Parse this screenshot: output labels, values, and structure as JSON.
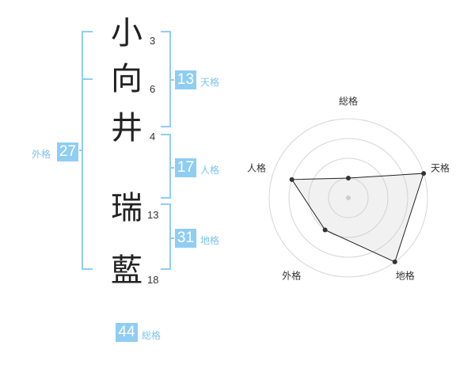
{
  "name": {
    "chars": [
      {
        "char": "小",
        "strokes": "3"
      },
      {
        "char": "向",
        "strokes": "6"
      },
      {
        "char": "井",
        "strokes": "4"
      },
      {
        "char": "瑞",
        "strokes": "13"
      },
      {
        "char": "藍",
        "strokes": "18"
      }
    ]
  },
  "fortune": {
    "tenkaku": {
      "value": "13",
      "label": "天格"
    },
    "jinkaku": {
      "value": "17",
      "label": "人格"
    },
    "chikaku": {
      "value": "31",
      "label": "地格"
    },
    "gaikaku": {
      "value": "27",
      "label": "外格"
    },
    "soukaku": {
      "value": "44",
      "label": "総格"
    }
  },
  "colors": {
    "accent_box": "#8fcdf3",
    "accent_label": "#7cc4ee",
    "bracket": "#8fcdf3",
    "text": "#222222"
  },
  "chart_data": {
    "type": "radar",
    "axes": [
      "総格",
      "天格",
      "地格",
      "外格",
      "人格"
    ],
    "values": [
      1,
      4,
      4,
      2,
      3
    ],
    "rmax": 4,
    "rings": 4,
    "grid": true
  }
}
